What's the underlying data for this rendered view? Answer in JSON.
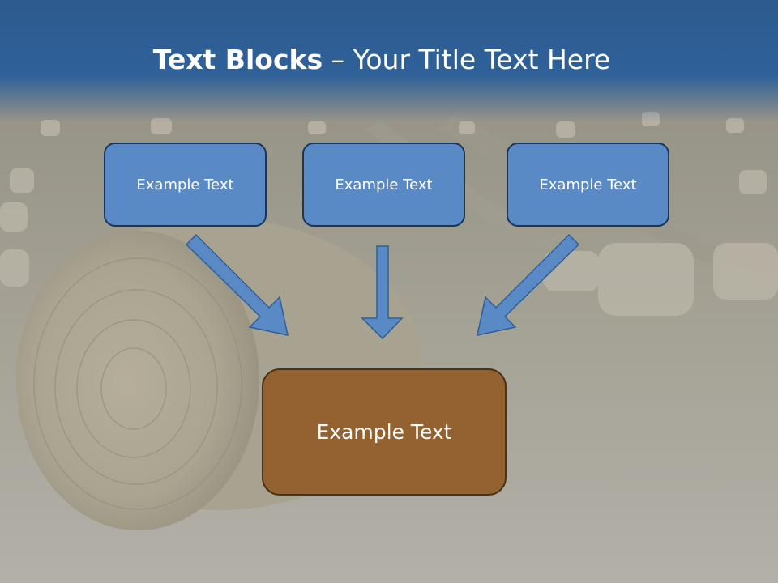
{
  "slide": {
    "title_bold": "Text Blocks",
    "title_dash": " – ",
    "title_rest": "Your Title Text Here"
  },
  "diagram": {
    "blocks": [
      {
        "label": "Example Text"
      },
      {
        "label": "Example Text"
      },
      {
        "label": "Example Text"
      }
    ],
    "target": {
      "label": "Example Text"
    }
  },
  "colors": {
    "header_band": "#2e5f96",
    "block_fill": "#5a8ac6",
    "block_border": "#17375e",
    "target_fill": "#946230",
    "arrow_fill": "#5a8ac6"
  }
}
